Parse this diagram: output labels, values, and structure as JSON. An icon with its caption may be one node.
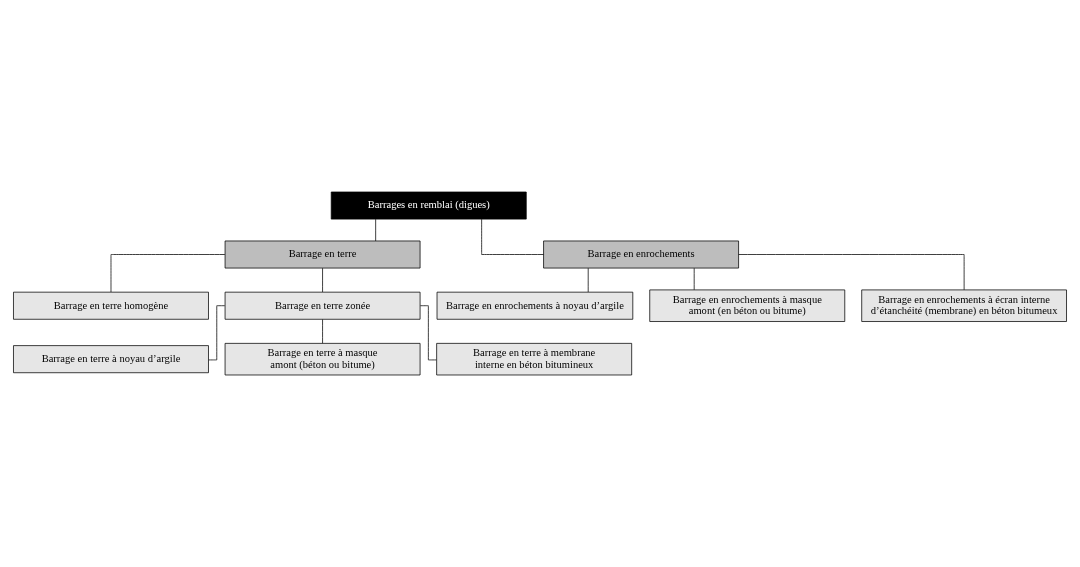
{
  "diagram": {
    "nodes": [
      {
        "text": [
          "Barrages en remblai (digues)"
        ]
      },
      {
        "text": [
          "Barrage en terre"
        ]
      },
      {
        "text": [
          "Barrage en terre homogène"
        ]
      },
      {
        "text": [
          "Barrage en terre zonée"
        ]
      },
      {
        "text": [
          "Barrage en terre à noyau d’argile"
        ]
      },
      {
        "text": [
          "Barrage en terre à masque amont (béton ou bitume)"
        ]
      },
      {
        "text": [
          "Barrage en terre à membrane interne en béton bitumineux"
        ]
      },
      {
        "text": [
          "Barrage en enrochements"
        ]
      },
      {
        "text": [
          "Barrage en enrochements à noyau d’argile"
        ]
      },
      {
        "text": [
          "Barrage en enrochements à masque amont (en béton ou bitume)"
        ]
      },
      {
        "text": [
          "Barrage en enrochements à écran interne d’étanchéité (membrane) en béton bitumeux"
        ]
      }
    ],
    "edges": [
      {
        "from": 0,
        "to": 1,
        "arrow": "none"
      },
      {
        "from": 0,
        "to": 7,
        "arrow": "none"
      },
      {
        "from": 1,
        "to": 2,
        "arrow": "none"
      },
      {
        "from": 1,
        "to": 3,
        "arrow": "none"
      },
      {
        "from": 3,
        "to": 4,
        "arrow": "none"
      },
      {
        "from": 3,
        "to": 5,
        "arrow": "none"
      },
      {
        "from": 3,
        "to": 6,
        "arrow": "none"
      },
      {
        "from": 7,
        "to": 8,
        "arrow": "none"
      },
      {
        "from": 7,
        "to": 9,
        "arrow": "none"
      },
      {
        "from": 7,
        "to": 10,
        "arrow": "none"
      }
    ]
  }
}
